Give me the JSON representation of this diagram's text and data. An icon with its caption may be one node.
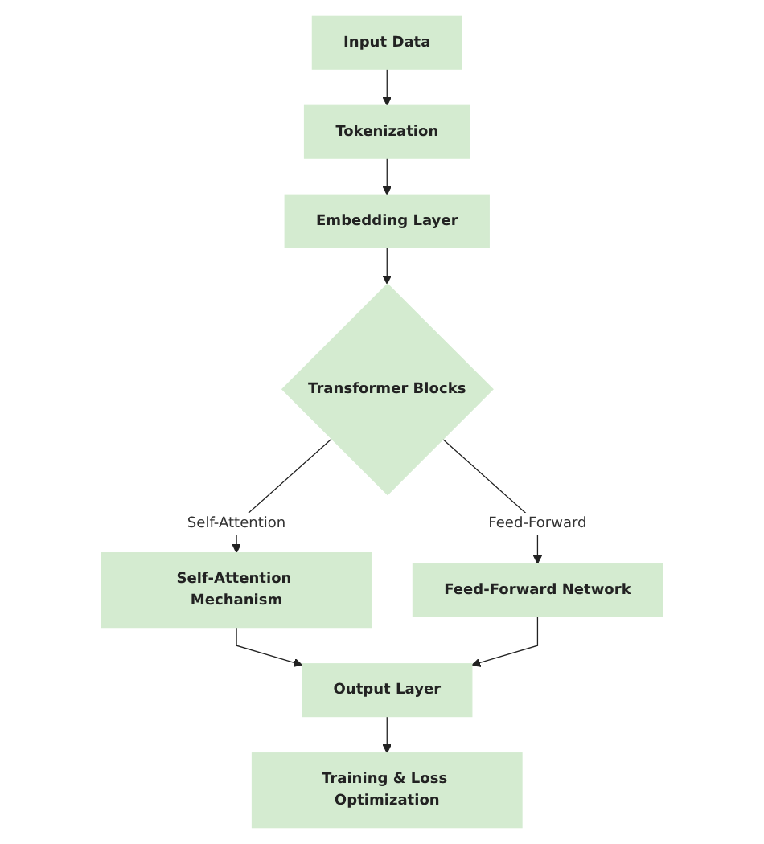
{
  "diagram": {
    "nodes": [
      {
        "text": [
          "Input Data"
        ]
      },
      {
        "text": [
          "Tokenization"
        ]
      },
      {
        "text": [
          "Embedding Layer"
        ]
      },
      {
        "text": [
          "Transformer Blocks"
        ]
      },
      {
        "text": [
          "Self-Attention Mechanism"
        ]
      },
      {
        "text": [
          "Feed-Forward Network"
        ]
      },
      {
        "text": [
          "Output Layer"
        ]
      },
      {
        "text": [
          "Training & Loss Optimization"
        ]
      }
    ],
    "edges": [
      {
        "from": 0,
        "to": 1,
        "arrow": "to"
      },
      {
        "from": 1,
        "to": 2,
        "arrow": "to"
      },
      {
        "from": 2,
        "to": 3,
        "arrow": "to"
      },
      {
        "from": 3,
        "to": 4,
        "arrow": "to",
        "label": "Self-Attention"
      },
      {
        "from": 3,
        "to": 5,
        "arrow": "to",
        "label": "Feed-Forward"
      },
      {
        "from": 4,
        "to": 6,
        "arrow": "to"
      },
      {
        "from": 5,
        "to": 6,
        "arrow": "to"
      },
      {
        "from": 6,
        "to": 7,
        "arrow": "to"
      }
    ]
  }
}
